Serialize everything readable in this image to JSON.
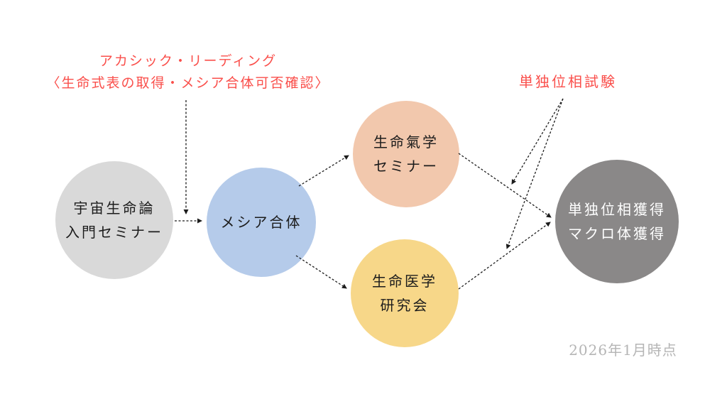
{
  "diagram": {
    "annotations": {
      "akashic": {
        "line1": "アカシック・リーディング",
        "line2": "〈生命式表の取得・メシア合体可否確認〉",
        "color": "#fa4f4b"
      },
      "phase_test": {
        "label": "単独位相試験",
        "color": "#fa4f4b"
      },
      "timestamp": {
        "label": "2026年1月時点",
        "color": "#b5b5b5"
      }
    },
    "nodes": [
      {
        "id": "intro",
        "line1": "宇宙生命論",
        "line2": "入門セミナー",
        "fill": "#d9d9d9",
        "text_color": "#1c1c1c"
      },
      {
        "id": "messiah",
        "line1": "メシア合体",
        "line2": "",
        "fill": "#b5cbea",
        "text_color": "#1c1c1c"
      },
      {
        "id": "kigaku",
        "line1": "生命氣学",
        "line2": "セミナー",
        "fill": "#f2c8ad",
        "text_color": "#1c1c1c"
      },
      {
        "id": "igaku",
        "line1": "生命医学",
        "line2": "研究会",
        "fill": "#f7d789",
        "text_color": "#1c1c1c"
      },
      {
        "id": "goal",
        "line1": "単独位相獲得",
        "line2": "マクロ体獲得",
        "fill": "#8a8888",
        "text_color": "#ffffff"
      }
    ],
    "line_color": "#1c1c1c"
  }
}
